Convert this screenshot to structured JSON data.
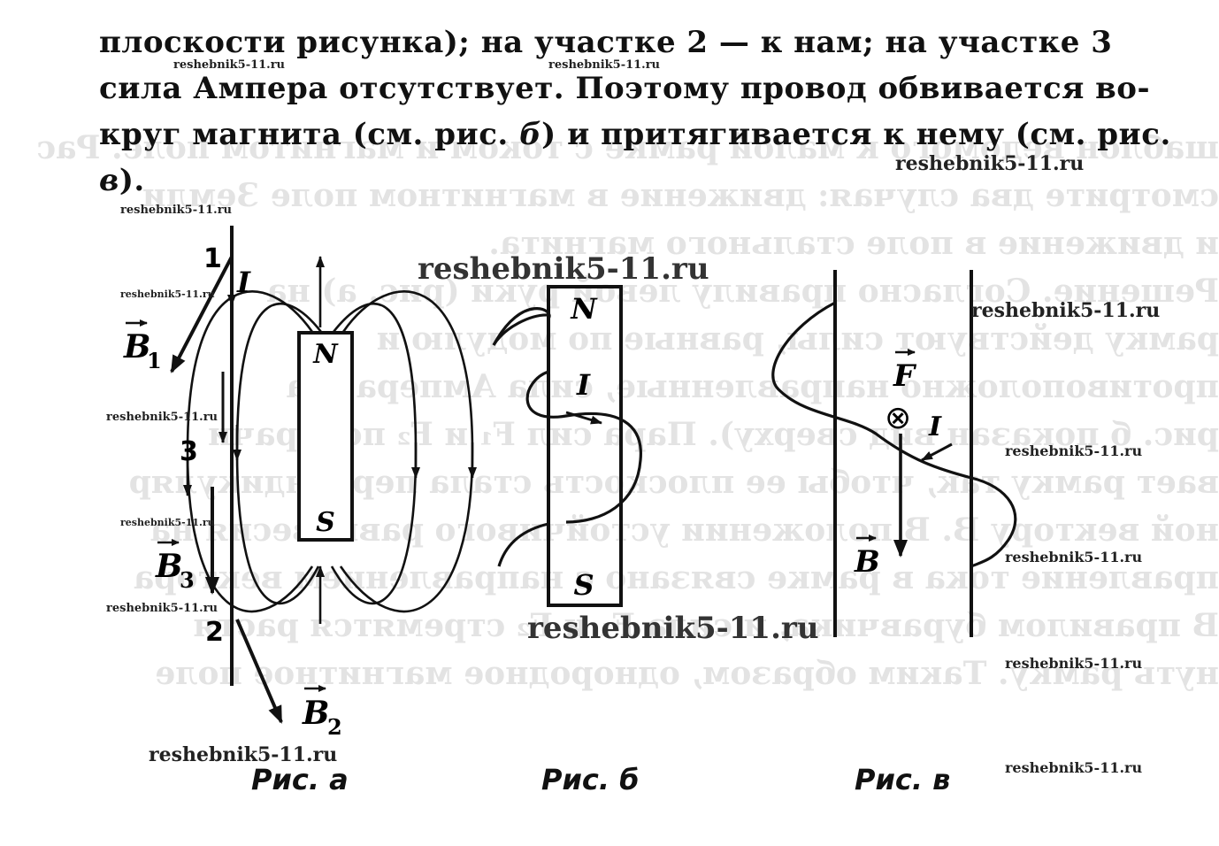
{
  "text": {
    "line1": [
      "плоскости рисунка); на участке 2 — к нам; на участке 3"
    ],
    "line2": [
      "сила Ампера отсутствует. Поэтому провод обвивается во-"
    ],
    "line3": [
      "круг магнита (см. рис. ",
      "б",
      ") и притягивается к нему (см. рис."
    ],
    "line4": [
      "в",
      ")."
    ]
  },
  "figures": {
    "a": {
      "caption": "Рис. а",
      "labels": {
        "num1": "1",
        "num2": "2",
        "num3": "3",
        "current": "I",
        "b1": "B",
        "b1_sub": "1",
        "b2": "B",
        "b2_sub": "2",
        "b3": "B",
        "b3_sub": "3",
        "north": "N",
        "south": "S"
      }
    },
    "b": {
      "caption": "Рис. б",
      "labels": {
        "north": "N",
        "south": "S",
        "current": "I"
      }
    },
    "c": {
      "caption": "Рис. в",
      "labels": {
        "force": "F",
        "current": "I",
        "field": "B",
        "cross": "⊗"
      }
    }
  },
  "watermarks": {
    "small": "reshebnik5-11.ru",
    "medium": "reshebnik5-11.ru",
    "large": "reshebnik5-11.ru"
  },
  "colors": {
    "ink": "#111111",
    "background": "#ffffff"
  }
}
